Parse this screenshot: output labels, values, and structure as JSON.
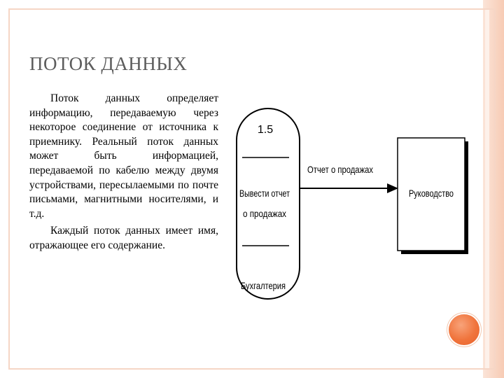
{
  "slide": {
    "title": "ПОТОК ДАННЫХ",
    "paragraphs": [
      "Поток данных определяет информацию, передаваемую через некоторое соединение от источника к приемнику. Реальный поток данных может быть информацией, передаваемой по кабелю между двумя устройствами, пересылаемыми по почте письмами, магнитными носителями, и т.д.",
      "Каждый поток данных имеет имя, отражающее его содержание."
    ]
  },
  "diagram": {
    "process": {
      "number": "1.5",
      "name_line1": "Вывести отчет",
      "name_line2": "о продажах",
      "location": "Бухгалтерия"
    },
    "flow_label": "Отчет о продажах",
    "entity_label": "Руководство"
  },
  "colors": {
    "accent": "#f0743c",
    "frame": "#f6d6c6",
    "title": "#5d5d5d"
  }
}
